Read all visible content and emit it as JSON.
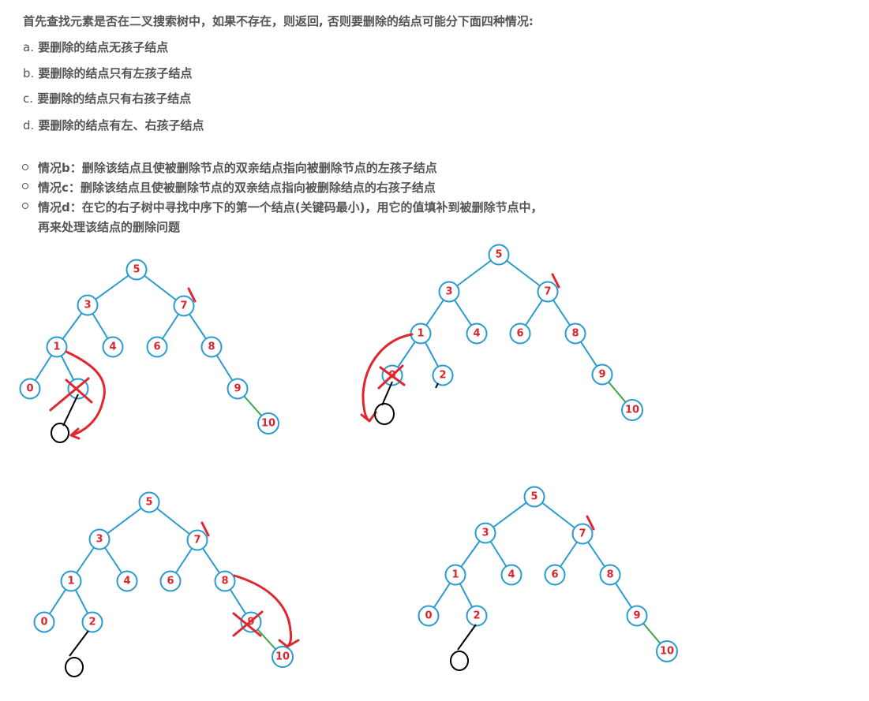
{
  "intro": "首先查找元素是否在二叉搜索树中，如果不存在，则返回, 否则要删除的结点可能分下面四种情况:",
  "cases": [
    {
      "prefix": "a.",
      "text": "要删除的结点无孩子结点"
    },
    {
      "prefix": "b.",
      "text": "要删除的结点只有左孩子结点"
    },
    {
      "prefix": "c.",
      "text": "要删除的结点只有右孩子结点"
    },
    {
      "prefix": "d.",
      "text": "要删除的结点有左、右孩子结点"
    }
  ],
  "bullets": [
    "情况b：删除该结点且使被删除节点的双亲结点指向被删除节点的左孩子结点",
    "情况c：删除该结点且使被删除节点的双亲结点指向被删除结点的右孩子结点",
    "情况d：在它的右子树中寻找中序下的第一个结点(关键码最小)，用它的值填补到被删除节点中，",
    "再来处理该结点的删除问题"
  ],
  "diagrams": {
    "tree1": [
      "5",
      "3",
      "7",
      "1",
      "4",
      "6",
      "8",
      "0",
      "",
      "9",
      "10"
    ],
    "tree2": [
      "5",
      "3",
      "7",
      "1",
      "4",
      "6",
      "8",
      "0",
      "2",
      "9",
      "10"
    ],
    "tree3": [
      "5",
      "3",
      "7",
      "1",
      "4",
      "6",
      "8",
      "0",
      "2",
      "9",
      "10"
    ],
    "tree4": [
      "5",
      "3",
      "7",
      "1",
      "4",
      "6",
      "8",
      "0",
      "2",
      "9",
      "10"
    ]
  },
  "colors": {
    "text": "#555555",
    "edge": "#2a9bd0",
    "node_label": "#d8262e",
    "annotation": "#e0262e",
    "green_edge": "#3aa64a"
  }
}
